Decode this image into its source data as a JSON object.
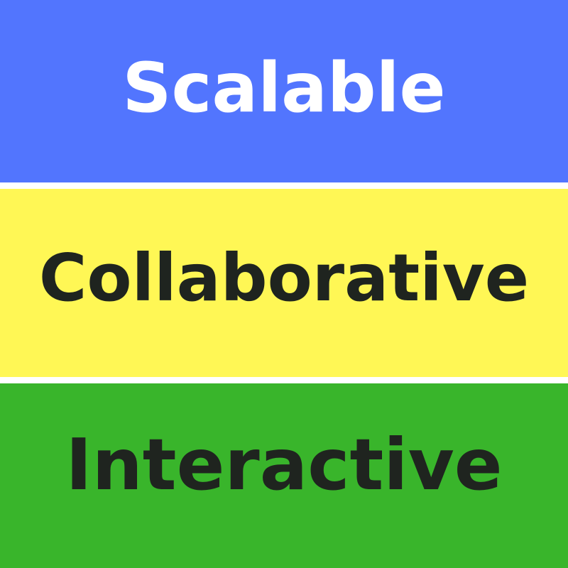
{
  "bands": [
    {
      "label": "Scalable",
      "background": "#5275FE",
      "text_color": "#FFFFFF"
    },
    {
      "label": "Collaborative",
      "background": "#FFF755",
      "text_color": "#1F241F"
    },
    {
      "label": "Interactive",
      "background": "#39B52B",
      "text_color": "#1F241F"
    }
  ],
  "divider_color": "#FFFFFF"
}
